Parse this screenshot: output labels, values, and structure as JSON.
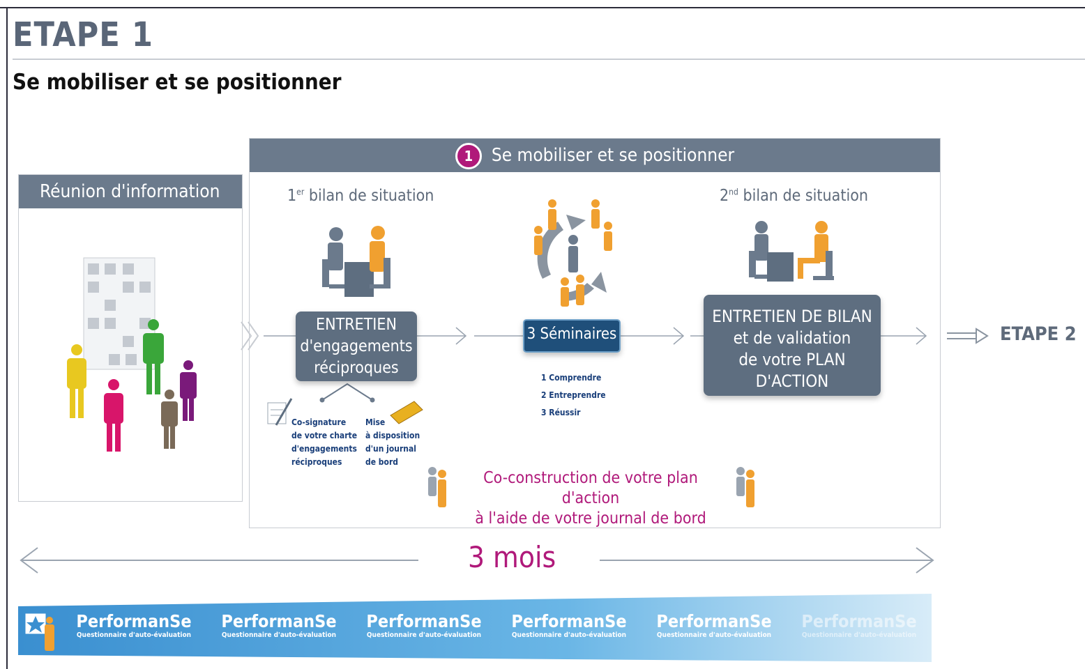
{
  "header": {
    "title": "ETAPE 1",
    "subtitle": "Se mobiliser et se positionner"
  },
  "reunion_panel": {
    "title": "Réunion d'information"
  },
  "main_panel": {
    "step_number": "1",
    "title": "Se mobiliser et se positionner"
  },
  "phases": {
    "first_bilan": {
      "prefix": "1",
      "suffix": "er",
      "rest": " bilan de situation"
    },
    "second_bilan": {
      "prefix": "2",
      "suffix": "nd",
      "rest": " bilan de situation"
    },
    "entretien_1": {
      "line1": "ENTRETIEN",
      "line2": "d'engagements",
      "line3": "réciproques"
    },
    "seminaires": {
      "label": "3 Séminaires",
      "items": [
        "1 Comprendre",
        "2 Entreprendre",
        "3 Réussir"
      ]
    },
    "entretien_2": {
      "line1": "ENTRETIEN DE BILAN",
      "line2": "et de validation",
      "line3": "de votre PLAN",
      "line4": "D'ACTION"
    },
    "notes": {
      "charter": "Co-signature\nde votre charte\nd'engagements\nréciproques",
      "journal": "Mise\nà disposition\nd'un journal\nde bord"
    },
    "coconstruction": {
      "line1": "Co-construction de votre plan d'action",
      "line2": "à l'aide de votre journal de bord"
    }
  },
  "next_step": "ETAPE 2",
  "timeline": {
    "duration": "3 mois"
  },
  "footer_band": {
    "brand": "PerformanSe",
    "tagline": "Questionnaire d'auto-évaluation"
  },
  "colors": {
    "slate": "#6b7a8c",
    "dark_box": "#5e6e80",
    "seminar_box": "#1f4f7a",
    "magenta": "#b0197a",
    "orange": "#f0a030",
    "band_blue": "#5aaee0"
  },
  "icons": {
    "building": "building-icon",
    "people_group": "people-group-icon",
    "interview": "interview-desk-icon",
    "cycle": "seminar-cycle-icon",
    "signature": "signature-icon",
    "notebook": "notebook-icon",
    "pair": "people-pair-icon",
    "star_badge": "star-badge-icon"
  }
}
